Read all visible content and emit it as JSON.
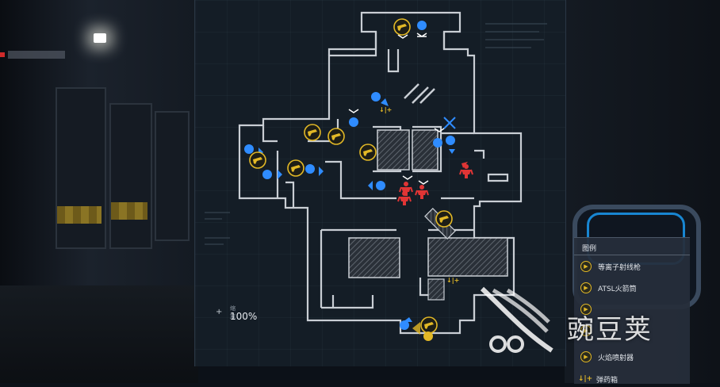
{
  "hud": {
    "zoom_label": "缩放",
    "zoom_value": "100%"
  },
  "legend": {
    "title": "图例",
    "items": [
      {
        "label": "等离子射线枪",
        "icon": "plasma-gun-icon"
      },
      {
        "label": "ATSL火箭筒",
        "icon": "rocket-launcher-icon"
      },
      {
        "label": "",
        "icon": "weapon-icon"
      },
      {
        "label": "",
        "icon": "weapon-icon"
      },
      {
        "label": "火焰喷射器",
        "icon": "flamethrower-icon"
      },
      {
        "label": "弹药箱",
        "icon": "ammo-box-icon"
      }
    ]
  },
  "watermark": {
    "text": "豌豆荚"
  },
  "colors": {
    "wall": "#c9ced4",
    "ally_marker": "#2f8cff",
    "enemy_marker": "#e03535",
    "weapon_marker": "#e2b826",
    "hatch": "#6a7078"
  }
}
